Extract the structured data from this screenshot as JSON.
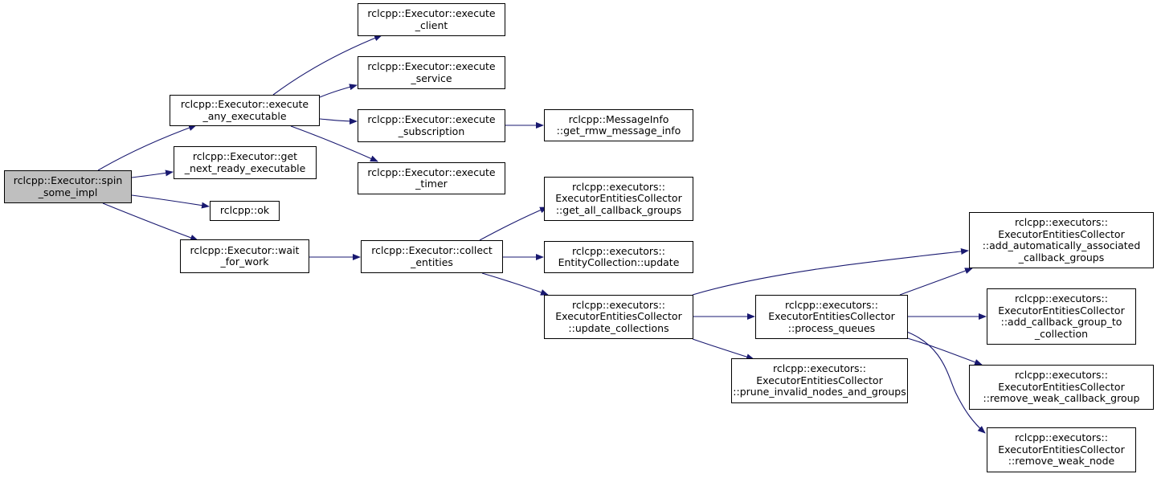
{
  "diagram": {
    "edge_color": "#191970",
    "root_fill": "#bfbfbf",
    "nodes": {
      "spin_some_impl": [
        "rclcpp::Executor::spin",
        "_some_impl"
      ],
      "execute_any_executable": [
        "rclcpp::Executor::execute",
        "_any_executable"
      ],
      "get_next_ready_executable": [
        "rclcpp::Executor::get",
        "_next_ready_executable"
      ],
      "ok": [
        "rclcpp::ok"
      ],
      "wait_for_work": [
        "rclcpp::Executor::wait",
        "_for_work"
      ],
      "execute_client": [
        "rclcpp::Executor::execute",
        "_client"
      ],
      "execute_service": [
        "rclcpp::Executor::execute",
        "_service"
      ],
      "execute_subscription": [
        "rclcpp::Executor::execute",
        "_subscription"
      ],
      "execute_timer": [
        "rclcpp::Executor::execute",
        "_timer"
      ],
      "get_rmw_message_info": [
        "rclcpp::MessageInfo",
        "::get_rmw_message_info"
      ],
      "collect_entities": [
        "rclcpp::Executor::collect",
        "_entities"
      ],
      "get_all_callback_groups": [
        "rclcpp::executors::",
        "ExecutorEntitiesCollector",
        "::get_all_callback_groups"
      ],
      "entity_collection_update": [
        "rclcpp::executors::",
        "EntityCollection::update"
      ],
      "update_collections": [
        "rclcpp::executors::",
        "ExecutorEntitiesCollector",
        "::update_collections"
      ],
      "prune_invalid_nodes_and_groups": [
        "rclcpp::executors::",
        "ExecutorEntitiesCollector",
        "::prune_invalid_nodes_and_groups"
      ],
      "process_queues": [
        "rclcpp::executors::",
        "ExecutorEntitiesCollector",
        "::process_queues"
      ],
      "add_automatically_associated_callback_groups": [
        "rclcpp::executors::",
        "ExecutorEntitiesCollector",
        "::add_automatically_associated",
        "_callback_groups"
      ],
      "add_callback_group_to_collection": [
        "rclcpp::executors::",
        "ExecutorEntitiesCollector",
        "::add_callback_group_to",
        "_collection"
      ],
      "remove_weak_callback_group": [
        "rclcpp::executors::",
        "ExecutorEntitiesCollector",
        "::remove_weak_callback_group"
      ],
      "remove_weak_node": [
        "rclcpp::executors::",
        "ExecutorEntitiesCollector",
        "::remove_weak_node"
      ]
    },
    "edges": [
      [
        "spin_some_impl",
        "execute_any_executable"
      ],
      [
        "spin_some_impl",
        "get_next_ready_executable"
      ],
      [
        "spin_some_impl",
        "ok"
      ],
      [
        "spin_some_impl",
        "wait_for_work"
      ],
      [
        "execute_any_executable",
        "execute_client"
      ],
      [
        "execute_any_executable",
        "execute_service"
      ],
      [
        "execute_any_executable",
        "execute_subscription"
      ],
      [
        "execute_any_executable",
        "execute_timer"
      ],
      [
        "execute_subscription",
        "get_rmw_message_info"
      ],
      [
        "wait_for_work",
        "collect_entities"
      ],
      [
        "collect_entities",
        "get_all_callback_groups"
      ],
      [
        "collect_entities",
        "entity_collection_update"
      ],
      [
        "collect_entities",
        "update_collections"
      ],
      [
        "update_collections",
        "add_automatically_associated_callback_groups"
      ],
      [
        "update_collections",
        "process_queues"
      ],
      [
        "update_collections",
        "prune_invalid_nodes_and_groups"
      ],
      [
        "process_queues",
        "add_automatically_associated_callback_groups"
      ],
      [
        "process_queues",
        "add_callback_group_to_collection"
      ],
      [
        "process_queues",
        "remove_weak_callback_group"
      ],
      [
        "process_queues",
        "remove_weak_node"
      ]
    ]
  }
}
